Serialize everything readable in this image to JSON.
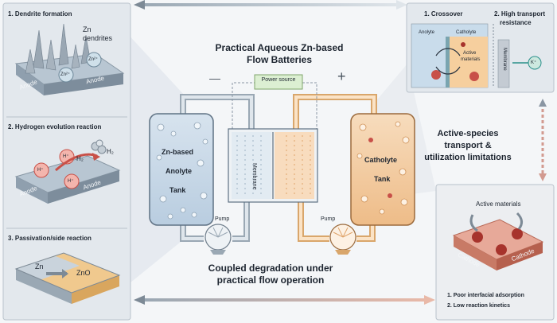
{
  "title_line1": "Practical Aqueous Zn-based",
  "title_line2": "Flow Batteries",
  "bottom_title_line1": "Coupled degradation under",
  "bottom_title_line2": "practical flow operation",
  "power_source": "Power source",
  "minus_sign": "—",
  "plus_sign": "+",
  "anolyte_tank": [
    "Zn-based",
    "Anolyte",
    "Tank"
  ],
  "catholyte_tank": [
    "Catholyte",
    "Tank"
  ],
  "membrane_label": "Membrane",
  "pump_label": "Pump",
  "left_panel": {
    "p1_title": "1. Dendrite formation",
    "p1_zn": "Zn",
    "p1_dendrites": "dendrites",
    "zn2_ion": "Zn²⁺",
    "anode": "Anode",
    "p2_title": "2. Hydrogen evolution reaction",
    "h_plus": "H⁺",
    "h2": "H₂",
    "p3_title": "3. Passivation/side reaction",
    "zn": "Zn",
    "zno": "ZnO"
  },
  "right_top": {
    "crossover_title": "1. Crossover",
    "transport_title_1": "2. High transport",
    "transport_title_2": "resistance",
    "anolyte": "Anolyte",
    "catholyte": "Catholyte",
    "active_materials_1": "Active",
    "active_materials_2": "materials",
    "membrane": "Membrane",
    "k_plus": "K⁺"
  },
  "middle_right": [
    "Active-species",
    "transport &",
    "utilization limitations"
  ],
  "right_bottom": {
    "active_materials": "Active materials",
    "cathode": "Cathode",
    "item1": "1. Poor interfacial adsorption",
    "item2": "2. Low reaction kinetics"
  },
  "colors": {
    "anolyte_fill": "#cfdde9",
    "catholyte_fill": "#f3cfa6",
    "panel_bg": "#e3e8ed",
    "accent_red": "#c85048",
    "accent_teal": "#2a8f8a"
  }
}
